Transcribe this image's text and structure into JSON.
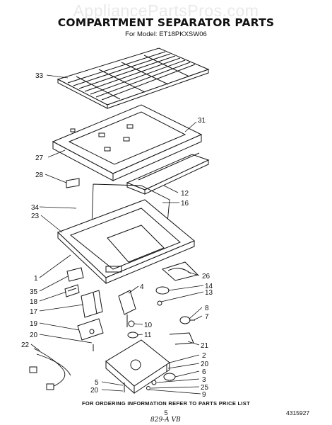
{
  "header": {
    "watermark": "AppliancePartsPros.com",
    "title": "COMPARTMENT SEPARATOR PARTS",
    "model": "For Model: ET18PKXSW06"
  },
  "parts": [
    {
      "id": "p33",
      "label": "33"
    },
    {
      "id": "p31",
      "label": "31"
    },
    {
      "id": "p27",
      "label": "27"
    },
    {
      "id": "p28",
      "label": "28"
    },
    {
      "id": "p12",
      "label": "12"
    },
    {
      "id": "p16",
      "label": "16"
    },
    {
      "id": "p34",
      "label": "34"
    },
    {
      "id": "p23",
      "label": "23"
    },
    {
      "id": "p1",
      "label": "1"
    },
    {
      "id": "p26",
      "label": "26"
    },
    {
      "id": "p14",
      "label": "14"
    },
    {
      "id": "p35",
      "label": "35"
    },
    {
      "id": "p4",
      "label": "4"
    },
    {
      "id": "p13",
      "label": "13"
    },
    {
      "id": "p18",
      "label": "18"
    },
    {
      "id": "p17",
      "label": "17"
    },
    {
      "id": "p8",
      "label": "8"
    },
    {
      "id": "p7",
      "label": "7"
    },
    {
      "id": "p19",
      "label": "19"
    },
    {
      "id": "p10",
      "label": "10"
    },
    {
      "id": "p11",
      "label": "11"
    },
    {
      "id": "p20a",
      "label": "20"
    },
    {
      "id": "p21",
      "label": "21"
    },
    {
      "id": "p22",
      "label": "22"
    },
    {
      "id": "p2",
      "label": "2"
    },
    {
      "id": "p20b",
      "label": "20"
    },
    {
      "id": "p6",
      "label": "6"
    },
    {
      "id": "p3",
      "label": "3"
    },
    {
      "id": "p25",
      "label": "25"
    },
    {
      "id": "p5",
      "label": "5"
    },
    {
      "id": "p20c",
      "label": "20"
    },
    {
      "id": "p9",
      "label": "9"
    }
  ],
  "footer": {
    "note": "FOR ORDERING INFORMATION REFER TO PARTS PRICE LIST",
    "page_number": "5",
    "doc_number": "4315927",
    "handwritten": "829-A VB"
  }
}
